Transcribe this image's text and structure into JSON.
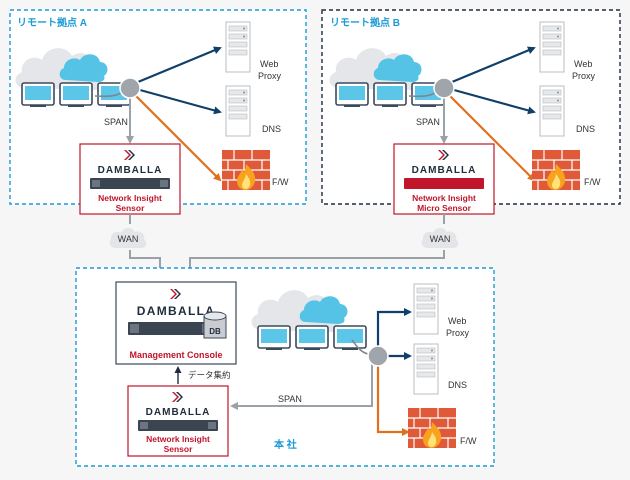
{
  "sites": {
    "a": {
      "title": "リモート拠点 A"
    },
    "b": {
      "title": "リモート拠点 B"
    },
    "hq": {
      "title": "本 社"
    }
  },
  "labels": {
    "web": "Web",
    "proxy": "Proxy",
    "dns": "DNS",
    "fw": "F/W",
    "span": "SPAN",
    "wan": "WAN",
    "brand": "DAMBALLA",
    "db": "DB",
    "data_collect": "データ集約"
  },
  "devices": {
    "sensor_a": [
      "Network Insight",
      "Sensor"
    ],
    "sensor_b": [
      "Network Insight",
      "Micro Sensor"
    ],
    "console": "Management Console",
    "sensor_hq": [
      "Network Insight",
      "Sensor"
    ]
  },
  "colors": {
    "site_border_a": "#1a9bd6",
    "site_border_b": "#1f2d3d",
    "accent_red": "#c0152a",
    "arrow_navy": "#10406a",
    "arrow_orange": "#e07020",
    "arrow_gray": "#9aa1a8",
    "cloud_blue": "#55c3e6"
  }
}
